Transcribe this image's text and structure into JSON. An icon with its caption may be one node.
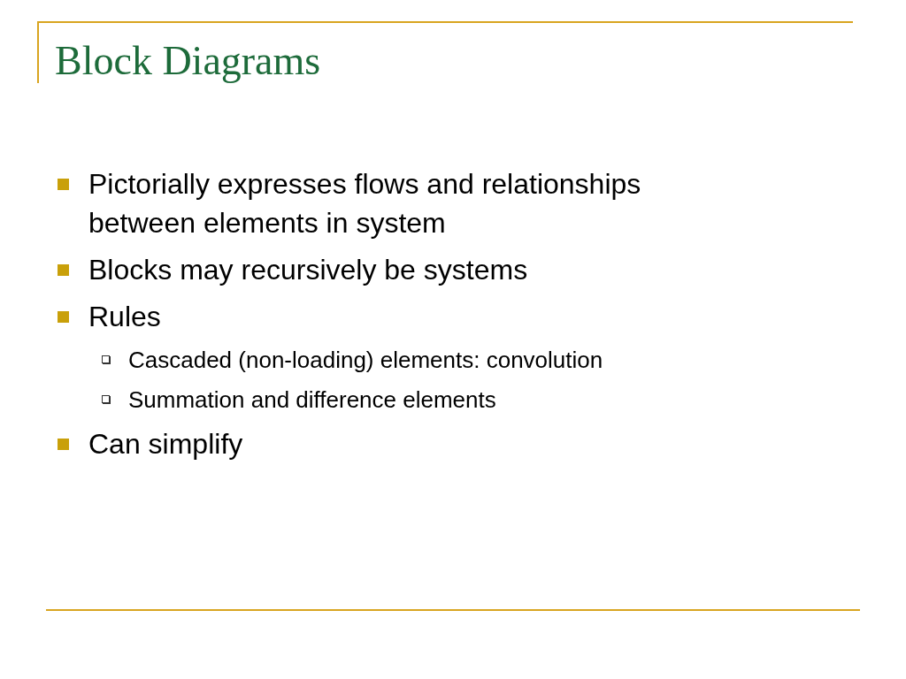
{
  "diagram": {
    "title": "Block Diagrams",
    "labels": [
      "Pictorially expresses flows and relationships between elements in system",
      "Blocks may recursively be systems",
      "Rules",
      "Cascaded (non-loading) elements: convolution",
      "Summation and difference elements",
      "Can simplify"
    ]
  }
}
